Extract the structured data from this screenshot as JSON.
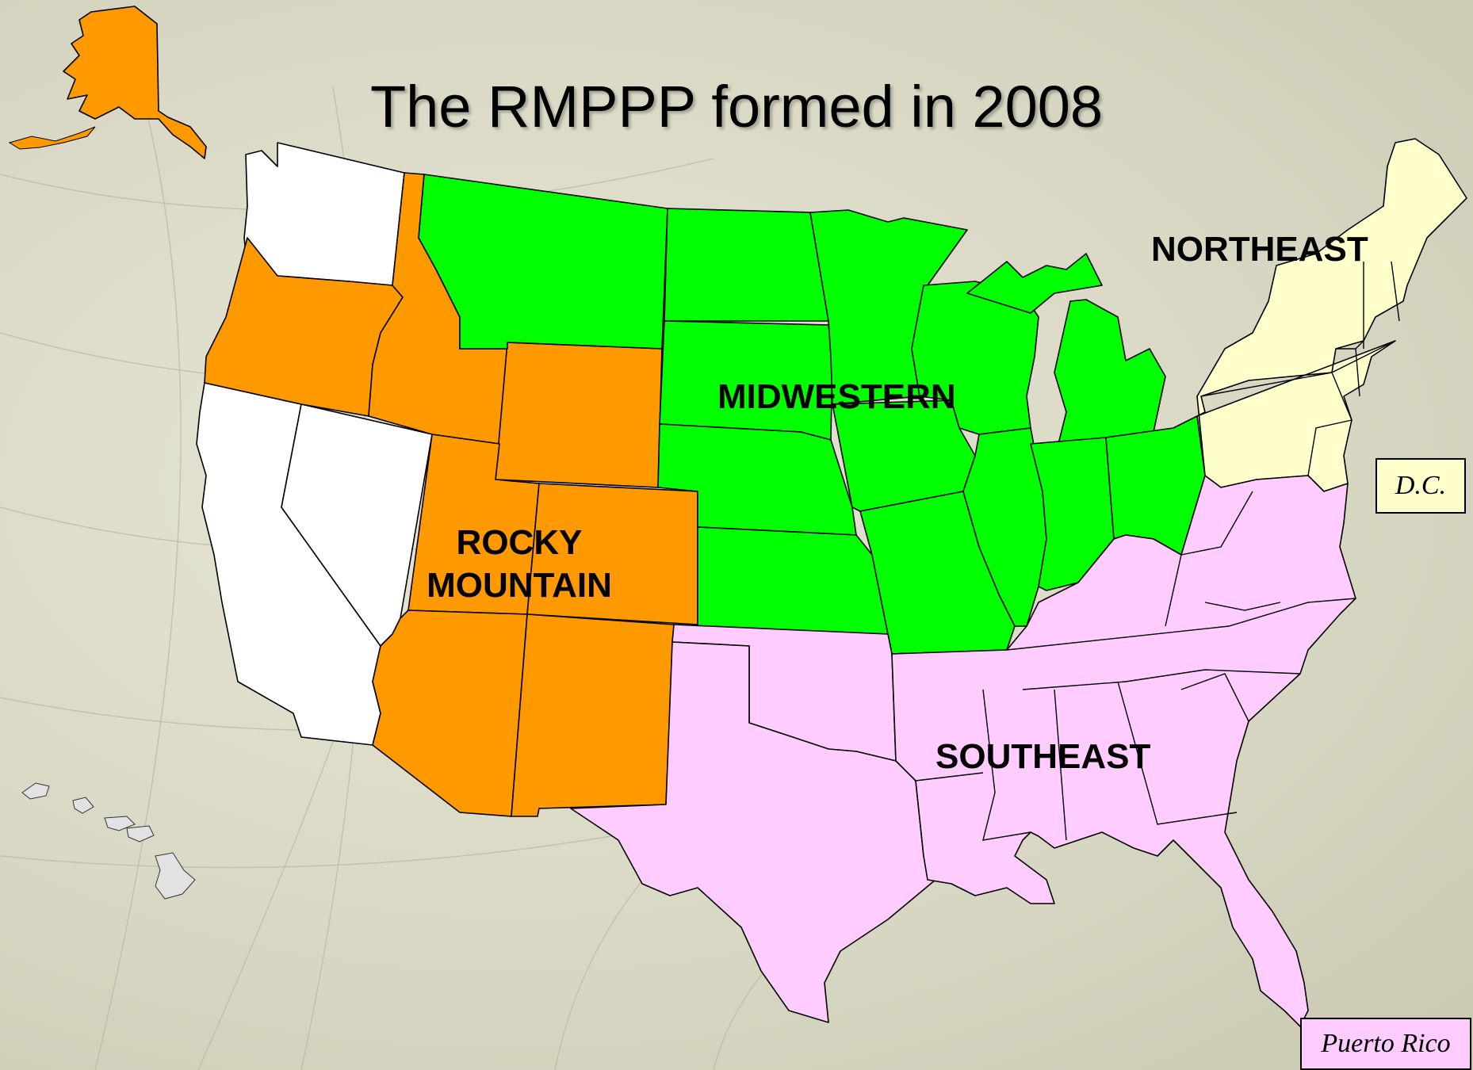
{
  "title": "The RMPPP formed in 2008",
  "regions": {
    "midwestern": {
      "label": "MIDWESTERN",
      "color": "#00ff00"
    },
    "rocky_mountain": {
      "label_line1": "ROCKY",
      "label_line2": "MOUNTAIN",
      "color": "#ff9900"
    },
    "northeast": {
      "label": "NORTHEAST",
      "color": "#ffffcc"
    },
    "southeast": {
      "label": "SOUTHEAST",
      "color": "#ffccff"
    },
    "unassigned": {
      "color": "#ffffff"
    }
  },
  "insets": {
    "dc": {
      "label": "D.C.",
      "color": "#ffffcc"
    },
    "puerto_rico": {
      "label": "Puerto Rico",
      "color": "#ffccff"
    }
  }
}
